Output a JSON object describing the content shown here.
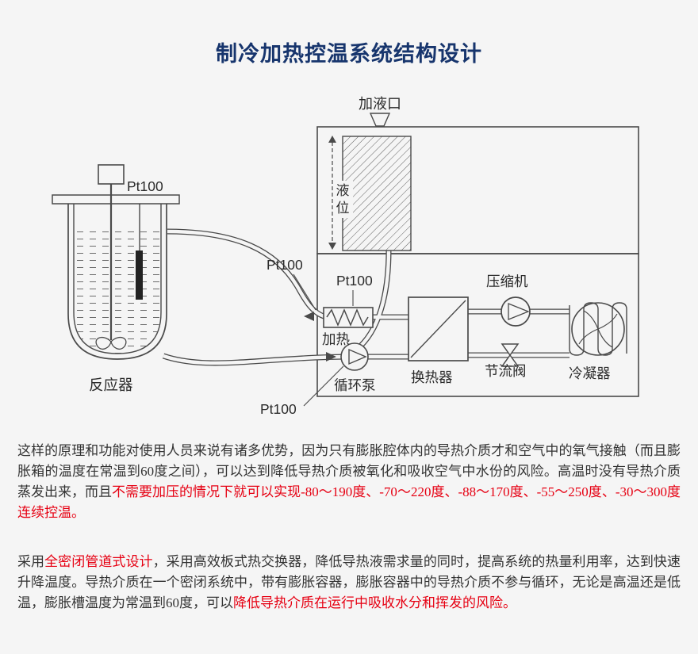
{
  "title": "制冷加热控温系统结构设计",
  "diagram": {
    "labels": {
      "filling_port": "加液口",
      "liquid_level_1": "液",
      "liquid_level_2": "位",
      "pt100": "Pt100",
      "heating": "加热",
      "circulation_pump": "循环泵",
      "heat_exchanger": "换热器",
      "compressor": "压缩机",
      "throttle_valve": "节流阀",
      "condenser": "冷凝器",
      "reactor": "反应器"
    }
  },
  "body_text": {
    "paragraph1": {
      "normal1": "这样的原理和功能对使用人员来说有诸多优势，因为只有膨胀腔体内的导热介质才和空气中的氧气接触（而且膨胀箱的温度在常温到60度之间），可以达到降低导热介质被氧化和吸收空气中水份的风险。高温时没有导热介质蒸发出来，而且",
      "red1": "不需要加压的情况下就可以实现-80～190度、-70～220度、-88～170度、-55～250度、-30～300度连续控温。"
    },
    "paragraph2": {
      "normal1": "采用",
      "red1": "全密闭管道式设计",
      "normal2": "，采用高效板式热交换器，降低导热液需求量的同时，提高系统的热量利用率，达到快速升降温度。导热介质在一个密闭系统中，带有膨胀容器，膨胀容器中的导热介质不参与循环，无论是高温还是低温，膨胀槽温度为常温到60度，可以",
      "red2": "降低导热介质在运行中吸收水分和挥发的风险。"
    }
  },
  "colors": {
    "background": "#f5f5f5",
    "title_blue": "#17356d",
    "body_text": "#333333",
    "highlight_red": "#e60012",
    "diagram_line": "#4a4a4a",
    "probe_black": "#222222"
  }
}
